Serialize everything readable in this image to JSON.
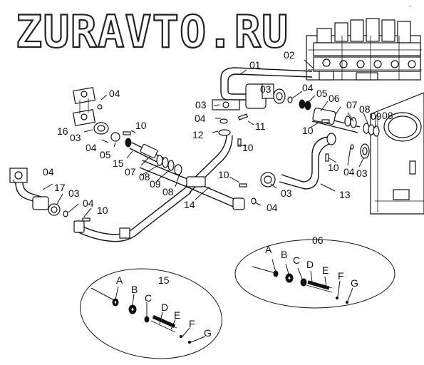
{
  "watermark": "ZURAVTO.RU",
  "corner_mark": "--",
  "callouts": [
    {
      "id": "c01",
      "text": "01"
    },
    {
      "id": "c02",
      "text": "02"
    },
    {
      "id": "c03a",
      "text": "03"
    },
    {
      "id": "c03b",
      "text": "03"
    },
    {
      "id": "c03c",
      "text": "03"
    },
    {
      "id": "c03d",
      "text": "03"
    },
    {
      "id": "c03e",
      "text": "03"
    },
    {
      "id": "c03f",
      "text": "03"
    },
    {
      "id": "c04a",
      "text": "04"
    },
    {
      "id": "c04b",
      "text": "04"
    },
    {
      "id": "c04c",
      "text": "04"
    },
    {
      "id": "c04d",
      "text": "04"
    },
    {
      "id": "c04e",
      "text": "04"
    },
    {
      "id": "c04f",
      "text": "04"
    },
    {
      "id": "c04g",
      "text": "04"
    },
    {
      "id": "c04h",
      "text": "04"
    },
    {
      "id": "c05a",
      "text": "05"
    },
    {
      "id": "c05b",
      "text": "05"
    },
    {
      "id": "c06",
      "text": "06"
    },
    {
      "id": "c07a",
      "text": "07"
    },
    {
      "id": "c07b",
      "text": "07"
    },
    {
      "id": "c08a",
      "text": "08"
    },
    {
      "id": "c08b",
      "text": "08"
    },
    {
      "id": "c08c",
      "text": "08"
    },
    {
      "id": "c08d",
      "text": "08"
    },
    {
      "id": "c09a",
      "text": "09"
    },
    {
      "id": "c09b",
      "text": "09"
    },
    {
      "id": "c10a",
      "text": "10"
    },
    {
      "id": "c10b",
      "text": "10"
    },
    {
      "id": "c10c",
      "text": "10"
    },
    {
      "id": "c10d",
      "text": "10"
    },
    {
      "id": "c10e",
      "text": "10"
    },
    {
      "id": "c10f",
      "text": "10"
    },
    {
      "id": "c11",
      "text": "11"
    },
    {
      "id": "c12",
      "text": "12"
    },
    {
      "id": "c13",
      "text": "13"
    },
    {
      "id": "c14",
      "text": "14"
    },
    {
      "id": "c15",
      "text": "15"
    },
    {
      "id": "c16",
      "text": "16"
    },
    {
      "id": "c17",
      "text": "17"
    }
  ],
  "detail_06": {
    "title": "06",
    "letters": [
      "A",
      "B",
      "C",
      "D",
      "E",
      "F",
      "G"
    ]
  },
  "detail_15": {
    "title": "15",
    "letters": [
      "A",
      "B",
      "C",
      "D",
      "E",
      "F",
      "G"
    ]
  }
}
